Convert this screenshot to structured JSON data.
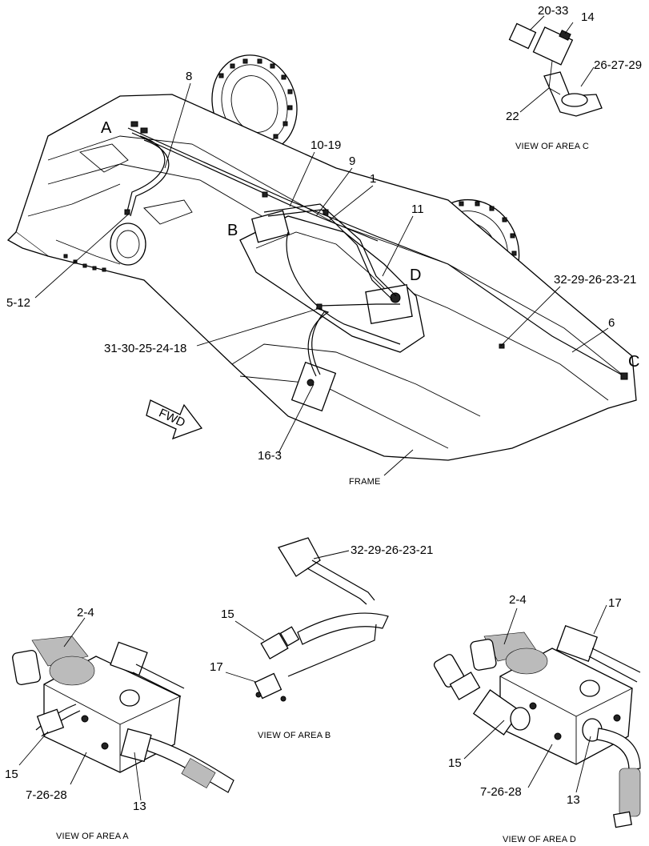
{
  "main_view": {
    "area_letters": {
      "a": "A",
      "b": "B",
      "c": "C",
      "d": "D"
    },
    "callouts": {
      "c8": "8",
      "c10_19": "10-19",
      "c9": "9",
      "c1": "1",
      "c11": "11",
      "c5_12": "5-12",
      "c31_30": "31-30-25-24-18",
      "c32_29": "32-29-26-23-21",
      "c6": "6",
      "c16_3": "16-3"
    },
    "fwd_label": "FWD",
    "frame_label": "FRAME"
  },
  "view_c": {
    "caption": "VIEW OF AREA  C",
    "callouts": {
      "c20_33": "20-33",
      "c14": "14",
      "c26_27_29": "26-27-29",
      "c22": "22"
    }
  },
  "view_b": {
    "caption": "VIEW OF AREA  B",
    "callouts": {
      "c32_29": "32-29-26-23-21",
      "c15": "15",
      "c17": "17"
    }
  },
  "view_a": {
    "caption": "VIEW OF AREA  A",
    "callouts": {
      "c2_4": "2-4",
      "c15": "15",
      "c7_26_28": "7-26-28",
      "c13": "13"
    }
  },
  "view_d": {
    "caption": "VIEW OF AREA  D",
    "callouts": {
      "c2_4": "2-4",
      "c17": "17",
      "c15": "15",
      "c7_26_28": "7-26-28",
      "c13": "13"
    }
  }
}
